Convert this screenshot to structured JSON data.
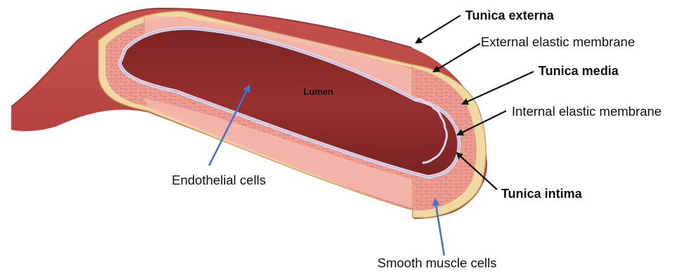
{
  "labels": {
    "tunica_externa": "Tunica externa",
    "external_elastic_membrane": "External elastic membrane",
    "tunica_media": "Tunica media",
    "internal_elastic_membrane": "Internal elastic membrane",
    "tunica_intima": "Tunica intima",
    "smooth_muscle_cells": "Smooth muscle cells",
    "endothelial_cells": "Endothelial cells",
    "lumen": "Lumen"
  },
  "colors": {
    "externa": "#b8403e",
    "externa_dark": "#93302f",
    "media": "#ec9c90",
    "media_light": "#f4b8ae",
    "elastic": "#efd9a3",
    "elastic_border": "#c9a462",
    "lumen": "#93302f",
    "lumen_dark": "#6f1f1f",
    "intima": "#ded8ea",
    "arrow_black": "#111111",
    "arrow_blue": "#4a73c3"
  }
}
